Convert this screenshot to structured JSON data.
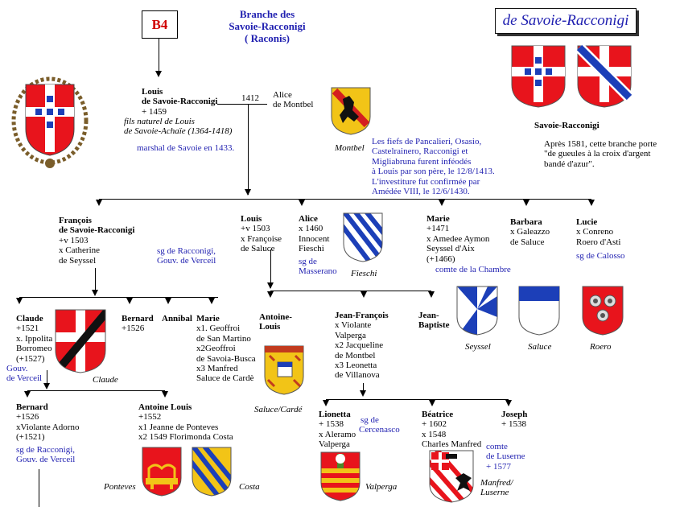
{
  "header": {
    "code": "B4",
    "title_lines": [
      "Branche des",
      "Savoie-Racconigi",
      "( Raconis)"
    ],
    "family_title": "de Savoie-Racconigi",
    "arms_caption": "Savoie-Racconigi",
    "note_1581": [
      "Après 1581, cette branche porte",
      "\"de gueules à la croix d'argent",
      "bandé d'azur\"."
    ]
  },
  "louis_founder": {
    "name": [
      "Louis",
      "de Savoie-Racconigi"
    ],
    "death": "+ 1459",
    "origin": [
      "fils naturel de Louis",
      "de Savoie-Achaïe (1364-1418)"
    ],
    "office": "marshal de Savoie en 1433.",
    "marriage_year": "1412",
    "spouse": [
      "Alice",
      "de Montbel"
    ],
    "montbel_caption": "Montbel",
    "fiefs": [
      "Les fiefs de Pancalieri, Osasio,",
      "Castelrainero, Racconigi et",
      "Migliabruna furent inféodés",
      "à Louis par son père, le 12/8/1413.",
      "L'investiture fut confirmée par",
      "Amédée VIII, le 12/6/1430."
    ]
  },
  "children": {
    "francois": {
      "name": [
        "François",
        "de Savoie-Racconigi"
      ],
      "details": [
        "+v 1503",
        "x Catherine",
        "de Seyssel"
      ],
      "note": [
        "sg de Racconigi,",
        "Gouv. de Verceil"
      ]
    },
    "louis2": {
      "name": "Louis",
      "details": [
        "+v 1503",
        "x Françoise",
        "de Saluce"
      ]
    },
    "alice": {
      "name": "Alice",
      "details": [
        "x 1460",
        "Innocent",
        "Fieschi"
      ],
      "note": [
        "sg de",
        "Masserano"
      ],
      "arms_caption": "Fieschi"
    },
    "marie": {
      "name": "Marie",
      "details": [
        "+1471",
        "x Amedee Aymon",
        "Seyssel d'Aix",
        "(+1466)"
      ],
      "note": "comte de la Chambre"
    },
    "barbara": {
      "name": "Barbara",
      "details": [
        "x Galeazzo",
        "de Saluce"
      ]
    },
    "lucie": {
      "name": "Lucie",
      "details": [
        "x Conreno",
        "Roero d'Asti"
      ],
      "note": "sg de Calosso"
    }
  },
  "arms_row": {
    "seyssel": "Seyssel",
    "saluce": "Saluce",
    "roero": "Roero"
  },
  "gen3_francois": {
    "claude": {
      "name": "Claude",
      "details": [
        "+1521",
        "x. Ippolita",
        "Borromeo",
        "(+1527)"
      ],
      "note": [
        "Gouv.",
        "de Verceil"
      ],
      "arms_caption": "Claude"
    },
    "bernard": {
      "name": "Bernard",
      "details": [
        "+1526"
      ]
    },
    "annibal": {
      "name": "Annibal"
    },
    "marie": {
      "name": "Marie",
      "details": [
        "x1. Geoffroi",
        "de San Martino",
        "x2Geoffroi",
        "de Savoia-Busca",
        "x3 Manfred",
        "Saluce de Cardè"
      ]
    }
  },
  "gen3_louis": {
    "antoine_louis": {
      "name": [
        "Antoine-",
        "Louis"
      ],
      "arms_caption": "Saluce/Cardé"
    },
    "jean_francois": {
      "name": "Jean-François",
      "details": [
        "x Violante",
        "Valperga",
        "x2 Jacqueline",
        "de Montbel",
        "x3 Leonetta",
        "de Villanova"
      ]
    },
    "jean_baptiste": {
      "name": [
        "Jean-",
        "Baptiste"
      ]
    }
  },
  "gen4_claude": {
    "bernard": {
      "name": "Bernard",
      "details": [
        "+1526",
        "xViolante Adorno",
        "(+1521)"
      ],
      "note": [
        "sg de Racconigi,",
        "Gouv. de Verceil"
      ]
    },
    "antoine_louis": {
      "name": "Antoine Louis",
      "details": [
        "+1552",
        "x1 Jeanne de Ponteves",
        "x2 1549 Florimonda Costa"
      ]
    },
    "ponteves_caption": "Ponteves",
    "costa_caption": "Costa"
  },
  "gen4_jf": {
    "lionetta": {
      "name": "Lionetta",
      "details": [
        "+ 1538",
        "x Aleramo",
        "Valperga"
      ],
      "note": [
        "sg de",
        "Cercenasco"
      ],
      "arms_caption": "Valperga"
    },
    "beatrice": {
      "name": "Béatrice",
      "details": [
        "+ 1602",
        "x 1548",
        "Charles Manfred"
      ],
      "note": [
        "comte",
        "de Luserne",
        "+ 1577"
      ],
      "arms_caption": [
        "Manfred/",
        "Luserne"
      ]
    },
    "joseph": {
      "name": "Joseph",
      "details": [
        "+ 1538"
      ]
    }
  },
  "colors": {
    "red": "#e8141c",
    "blue": "#1f1fb0",
    "dark_blue": "#1c3fb8",
    "gold": "#f2c417",
    "title_red": "#d00000"
  }
}
